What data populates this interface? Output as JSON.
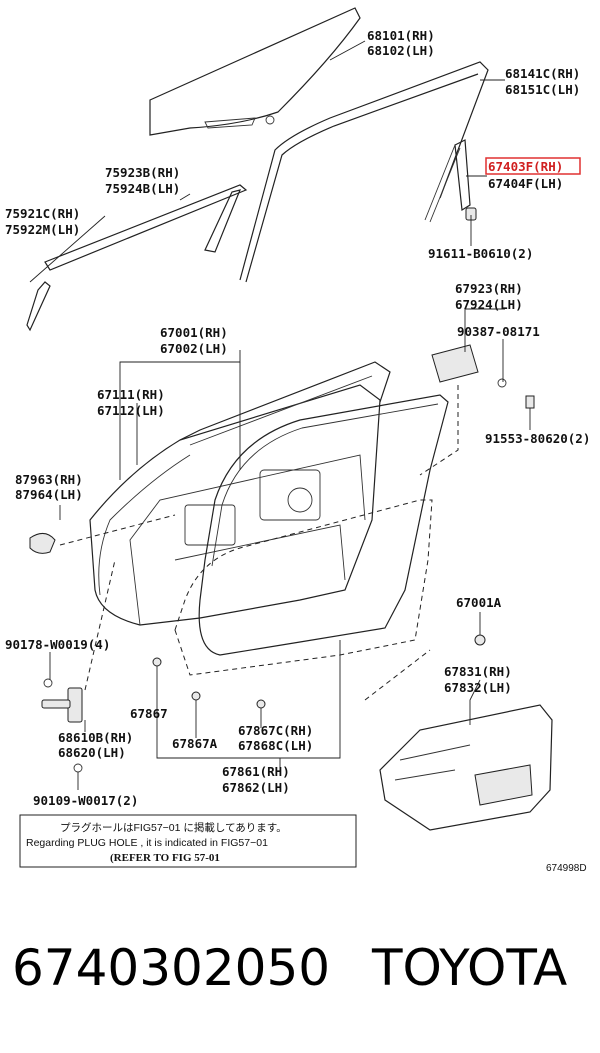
{
  "labels": {
    "p68101": "68101(RH)",
    "p68102": "68102(LH)",
    "p68141c": "68141C(RH)",
    "p68151c": "68151C(LH)",
    "p67403f": "67403F(RH)",
    "p67404f": "67404F(LH)",
    "p75923b": "75923B(RH)",
    "p75924b": "75924B(LH)",
    "p75921c": "75921C(RH)",
    "p75922m": "75922M(LH)",
    "p91611": "91611-B0610(2)",
    "p67923": "67923(RH)",
    "p67924": "67924(LH)",
    "p90387": "90387-08171",
    "p67001": "67001(RH)",
    "p67002": "67002(LH)",
    "p67111": "67111(RH)",
    "p67112": "67112(LH)",
    "p91553": "91553-80620(2)",
    "p87963": "87963(RH)",
    "p87964": "87964(LH)",
    "p67001a": "67001A",
    "p90178": "90178-W0019(4)",
    "p67831": "67831(RH)",
    "p67832": "67832(LH)",
    "p67867": "67867",
    "p68610b": "68610B(RH)",
    "p68620": "68620(LH)",
    "p67867a": "67867A",
    "p67867c": "67867C(RH)",
    "p67868c": "67868C(LH)",
    "p67861": "67861(RH)",
    "p67862": "67862(LH)",
    "p90109": "90109-W0017(2)"
  },
  "note": {
    "line1": "プラグホールはFIG57−01 に掲載してあります。",
    "line2": "Regarding  PLUG HOLE , it is indicated  in FIG57−01",
    "line3": "(REFER TO FIG 57-01"
  },
  "figure_code": "674998D",
  "highlight_color": "#e03030",
  "footer": {
    "part_number": "6740302050",
    "brand": "TOYOTA"
  }
}
